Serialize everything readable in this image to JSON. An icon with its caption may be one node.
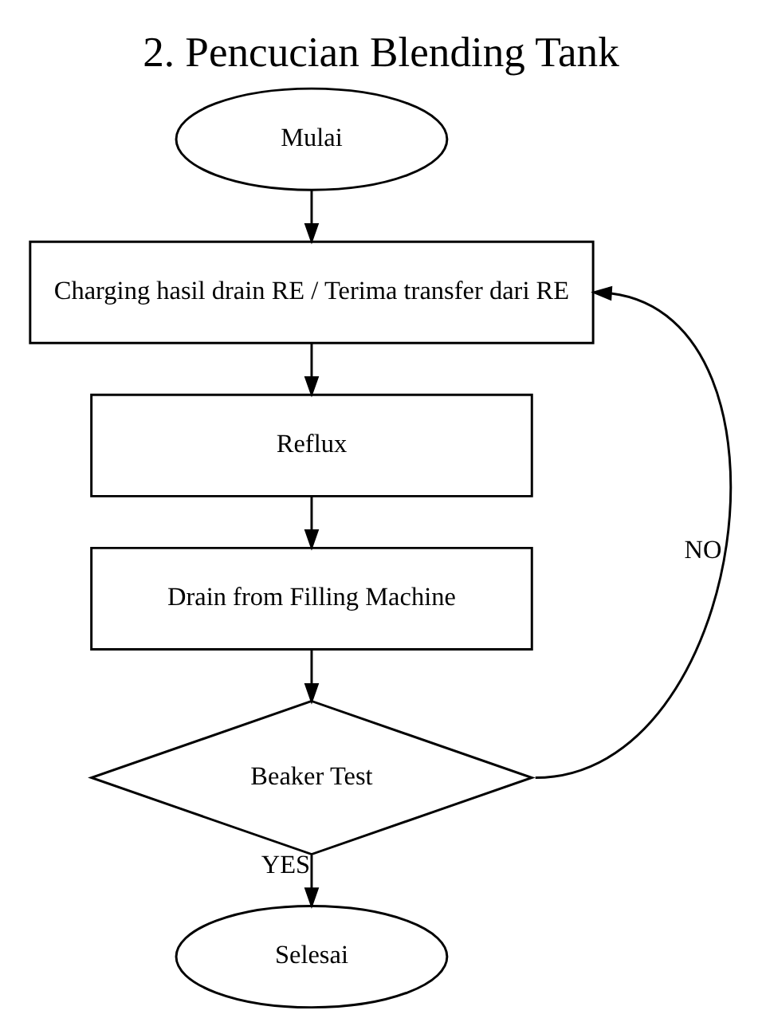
{
  "diagram": {
    "title": "2. Pencucian Blending Tank",
    "nodes": [
      {
        "text": [
          "Mulai"
        ]
      },
      {
        "text": [
          "Charging hasil drain RE / Terima transfer dari RE"
        ]
      },
      {
        "text": [
          "Reflux"
        ]
      },
      {
        "text": [
          "Drain from Filling Machine"
        ]
      },
      {
        "text": [
          "Beaker Test"
        ]
      },
      {
        "text": [
          "Selesai"
        ]
      }
    ],
    "edges": [
      {
        "from": 0,
        "to": 1,
        "arrow": "to"
      },
      {
        "from": 1,
        "to": 2,
        "arrow": "to"
      },
      {
        "from": 2,
        "to": 3,
        "arrow": "to"
      },
      {
        "from": 3,
        "to": 4,
        "arrow": "to"
      },
      {
        "from": 4,
        "to": 5,
        "arrow": "to",
        "label": "YES"
      },
      {
        "from": 4,
        "to": 1,
        "arrow": "to",
        "label": "NO"
      }
    ]
  }
}
